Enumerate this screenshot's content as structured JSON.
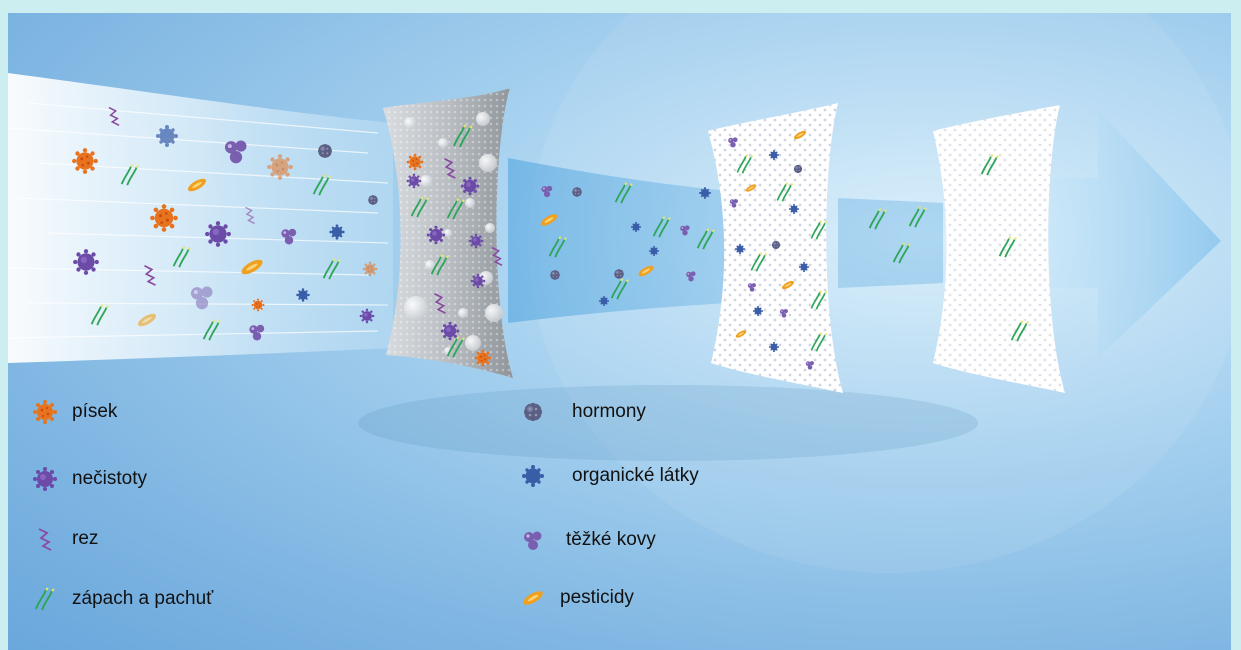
{
  "legend": {
    "left": [
      {
        "icon": "sand-particle-icon",
        "label": "písek"
      },
      {
        "icon": "impurity-particle-icon",
        "label": "nečistoty"
      },
      {
        "icon": "rust-squiggle-icon",
        "label": "rez"
      },
      {
        "icon": "odor-wisp-icon",
        "label": "zápach a pachuť"
      }
    ],
    "right": [
      {
        "icon": "hormone-particle-icon",
        "label": "hormony"
      },
      {
        "icon": "organic-matter-particle-icon",
        "label": "organické látky"
      },
      {
        "icon": "heavy-metal-cluster-icon",
        "label": "těžké kovy"
      },
      {
        "icon": "pesticide-capsule-icon",
        "label": "pesticidy"
      }
    ]
  },
  "colors": {
    "sand": "#e8731f",
    "impurity": "#6b4aa8",
    "rust": "#8a4aa0",
    "odor": "#2fa65a",
    "hormone": "#5b5f86",
    "organic": "#3a5da8",
    "heavy_metal": "#7a5fb0",
    "pesticide": "#f0a020"
  }
}
